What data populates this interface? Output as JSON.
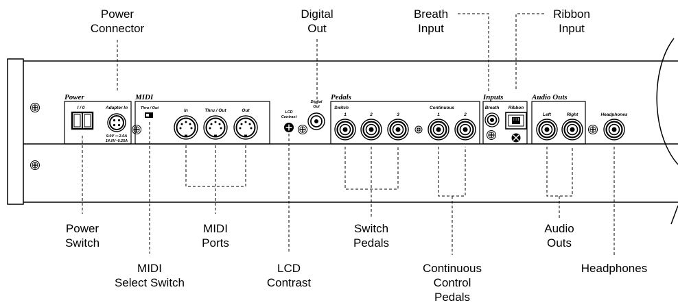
{
  "callouts": {
    "power_connector": "Power\nConnector",
    "digital_out": "Digital\nOut",
    "breath_input": "Breath\nInput",
    "ribbon_input": "Ribbon\nInput",
    "power_switch": "Power\nSwitch",
    "midi_ports": "MIDI\nPorts",
    "midi_select_switch": "MIDI\nSelect Switch",
    "lcd_contrast": "LCD\nContrast",
    "switch_pedals": "Switch\nPedals",
    "continuous_control_pedals": "Continuous\nControl\nPedals",
    "audio_outs": "Audio\nOuts",
    "headphones": "Headphones"
  },
  "panel": {
    "power": {
      "title": "Power",
      "switch_label": "I / 0",
      "adapter_label": "Adapter In",
      "spec_line1": "9.0V ⎓ 2.0A",
      "spec_line2": "14.0V~0.25A"
    },
    "midi": {
      "title": "MIDI",
      "select_label": "Thru / Out",
      "ports": [
        "In",
        "Thru / Out",
        "Out"
      ]
    },
    "lcd": {
      "label_line1": "LCD",
      "label_line2": "Contrast"
    },
    "digital": {
      "label_line1": "Digital",
      "label_line2": "Out"
    },
    "pedals": {
      "title": "Pedals",
      "switch_label": "Switch",
      "continuous_label": "Continuous",
      "switch_ports": [
        "1",
        "2",
        "3"
      ],
      "continuous_ports": [
        "1",
        "2"
      ]
    },
    "inputs": {
      "title": "Inputs",
      "breath_label": "Breath",
      "ribbon_label": "Ribbon"
    },
    "audio_outs": {
      "title": "Audio Outs",
      "left_label": "Left",
      "right_label": "Right"
    },
    "headphones": {
      "label": "Headphones"
    }
  }
}
